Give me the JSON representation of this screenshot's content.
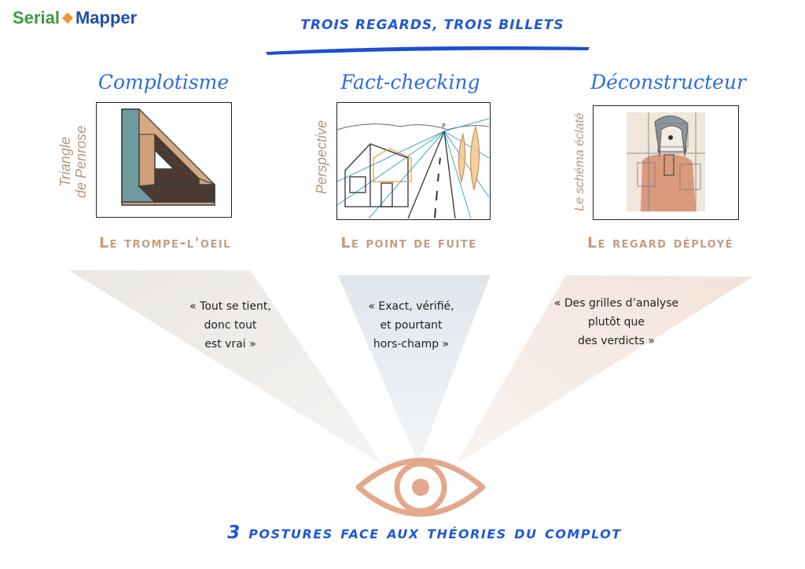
{
  "logo": {
    "part1": "Serial",
    "part2": "Mapper"
  },
  "header": {
    "title": "TROIS REGARDS, TROIS BILLETS"
  },
  "columns": [
    {
      "heading": "Complotisme",
      "vertical_label_line1": "Triangle",
      "vertical_label_line2": "de Penrose",
      "subheading": "Le trompe-l'oeil",
      "quote_lines": [
        "« Tout se tient,",
        "donc tout",
        "est vrai »"
      ]
    },
    {
      "heading": "Fact-checking",
      "vertical_label_line1": "Perspective",
      "vertical_label_line2": "",
      "subheading": "Le point de fuite",
      "quote_lines": [
        "« Exact, vérifié,",
        "et pourtant",
        "hors-champ »"
      ]
    },
    {
      "heading": "Déconstructeur",
      "vertical_label_line1": "Le schéma éclaté",
      "vertical_label_line2": "",
      "subheading": "Le regard déployé",
      "quote_lines": [
        "« Des grilles d’analyse",
        "plutôt que",
        "des verdicts »"
      ]
    }
  ],
  "footer": {
    "title": "3 postures face aux théories du complot"
  },
  "colors": {
    "accent_blue": "#1f57d6",
    "heading_blue": "#2a6fe0",
    "tan": "#c79b7c",
    "beam_left": "#e9e6e3",
    "beam_center": "#dfe6ec",
    "beam_right": "#f1e3da",
    "eye": "#e2a98c"
  }
}
